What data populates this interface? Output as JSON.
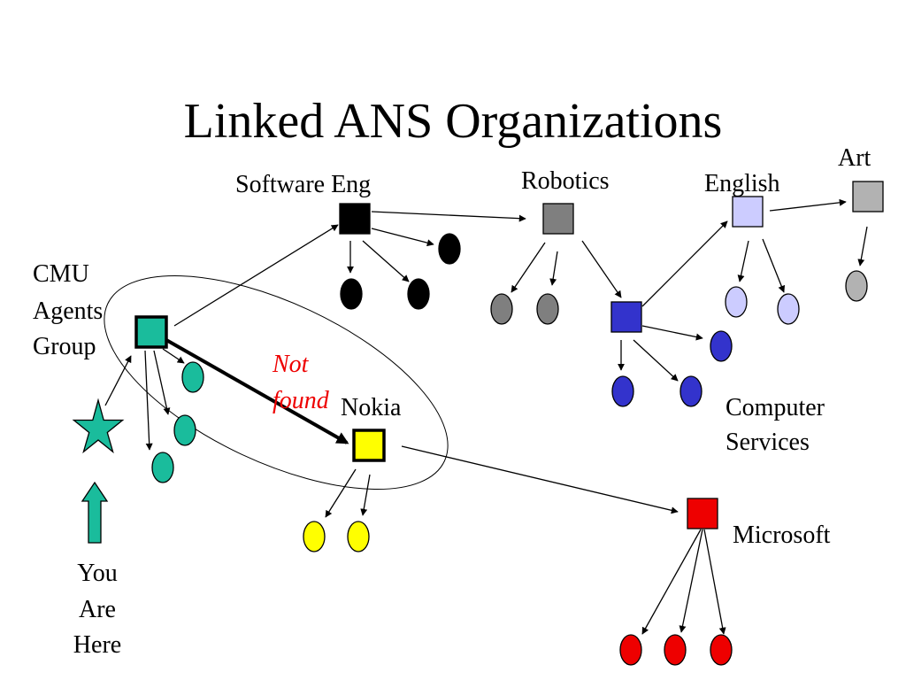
{
  "title": "Linked ANS Organizations",
  "labels": {
    "software_eng": "Software Eng",
    "robotics": "Robotics",
    "english": "English",
    "art": "Art",
    "cmu_line1": "CMU",
    "cmu_line2": "Agents",
    "cmu_line3": "Group",
    "not_line1": "Not",
    "not_line2": "found",
    "nokia": "Nokia",
    "computer_line1": "Computer",
    "computer_line2": "Services",
    "microsoft": "Microsoft",
    "you_line1": "You",
    "you_line2": "Are",
    "you_line3": "Here"
  },
  "colors": {
    "software_eng": "#000000",
    "robotics": "#7f7f7f",
    "english": "#ccccff",
    "art": "#b2b2b2",
    "cmu": "#1abc9c",
    "nokia": "#ffff00",
    "computer_services": "#3333cc",
    "microsoft": "#ee0000",
    "not_found": "#ee0000"
  },
  "icons": {
    "you_are_here_marker": "star-icon",
    "pointer": "up-arrow-icon"
  }
}
